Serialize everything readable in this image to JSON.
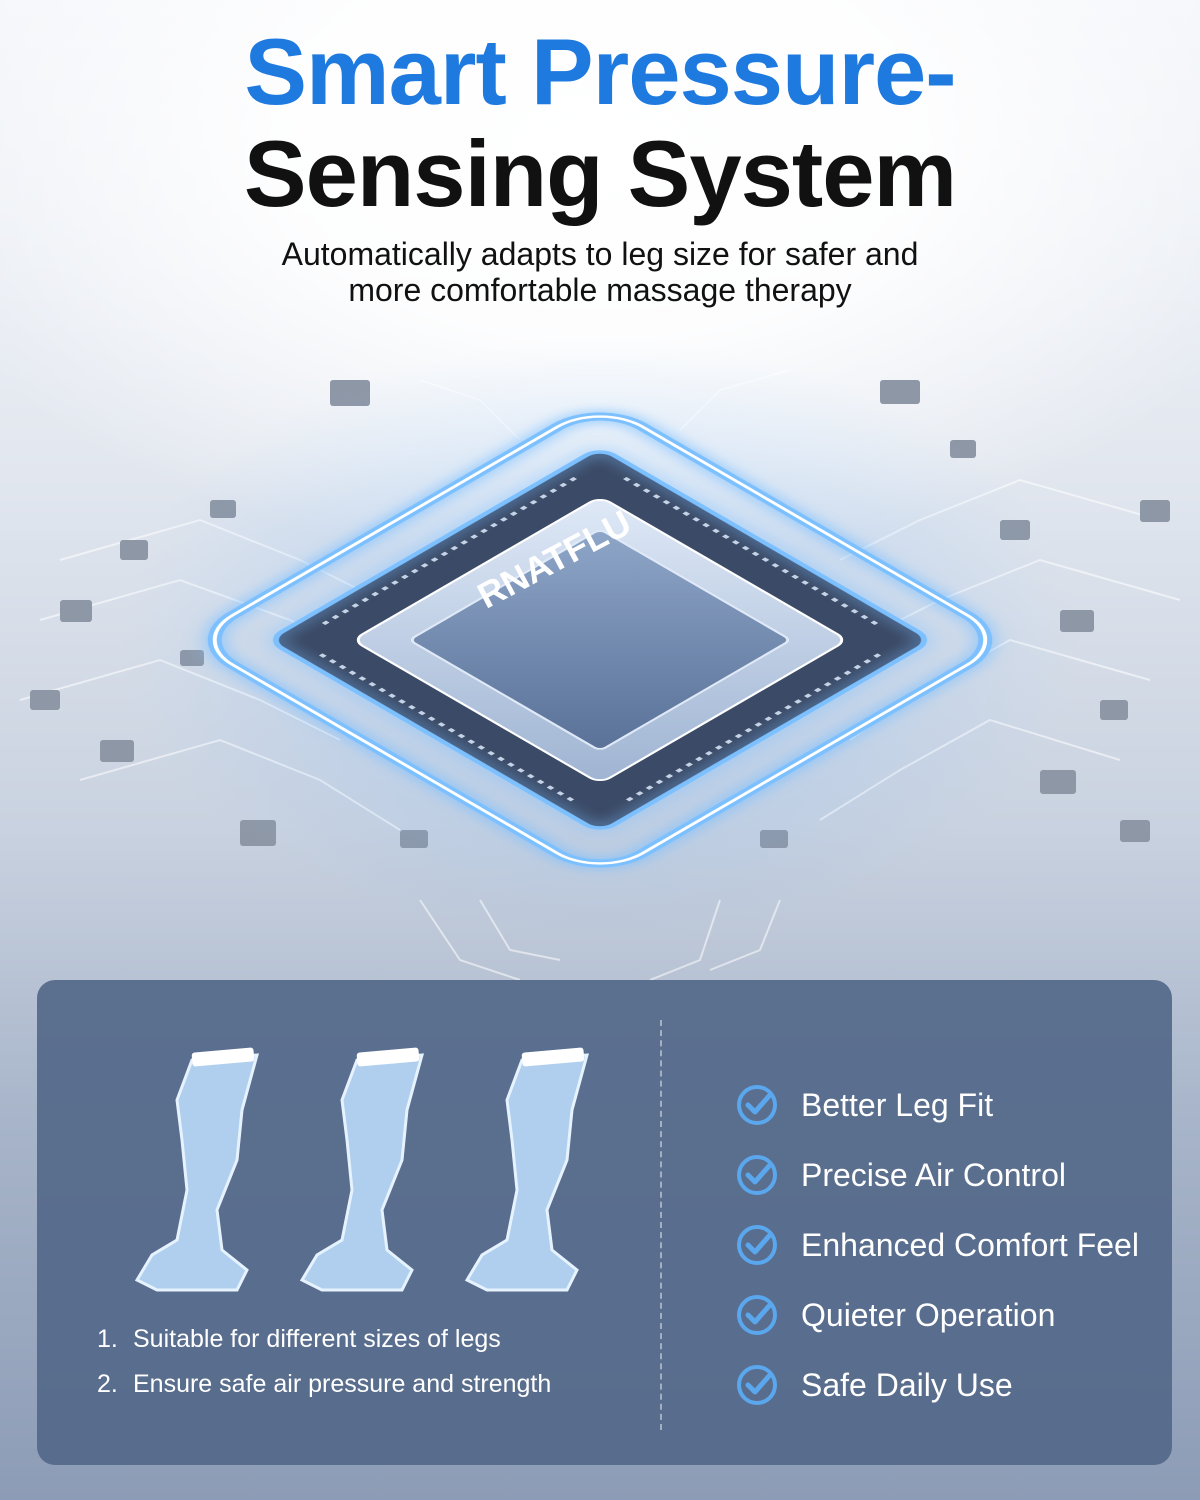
{
  "header": {
    "title_line1": "Smart Pressure-",
    "title_line2": "Sensing System",
    "subtitle_line1": "Automatically adapts to leg size for safer and",
    "subtitle_line2": "more comfortable massage therapy"
  },
  "chip": {
    "brand": "RNATFLU"
  },
  "panel": {
    "points": [
      {
        "num": "1.",
        "text": "Suitable for different sizes of legs"
      },
      {
        "num": "2.",
        "text": "Ensure safe air pressure and strength"
      }
    ],
    "features": [
      {
        "label": "Better Leg Fit",
        "icon": "check-circle-icon"
      },
      {
        "label": "Precise Air Control",
        "icon": "check-circle-icon"
      },
      {
        "label": "Enhanced Comfort Feel",
        "icon": "check-circle-icon"
      },
      {
        "label": "Quieter Operation",
        "icon": "check-circle-icon"
      },
      {
        "label": "Safe Daily Use",
        "icon": "check-circle-icon"
      }
    ]
  },
  "colors": {
    "title_accent": "#1f7ae0",
    "title_dark": "#111111",
    "panel_bg": "#54688a",
    "check_blue": "#5aa7ee",
    "glow_blue": "#4fa3ff"
  }
}
